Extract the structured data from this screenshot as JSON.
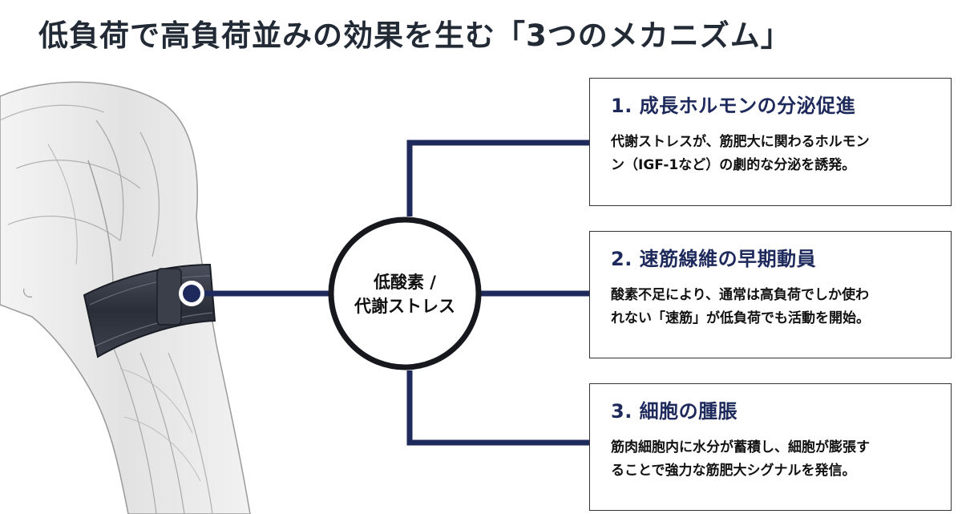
{
  "page": {
    "title": "低負荷で高負荷並みの効果を生む「3つのメカニズム」"
  },
  "hub": {
    "line1": "低酸素 /",
    "line2": "代謝ストレス"
  },
  "mechanisms": [
    {
      "title": "1. 成長ホルモンの分泌促進",
      "body_line1": "代謝ストレスが、筋肥大に関わるホルモン",
      "body_line2": "ン（IGF-1など）の劇的な分泌を誘発。"
    },
    {
      "title": "2. 速筋線維の早期動員",
      "body_line1": "酸素不足により、通常は高負荷でしか使わ",
      "body_line2": "れない「速筋」が低負荷でも活動を開始。"
    },
    {
      "title": "3. 細胞の腫脹",
      "body_line1": "筋肉細胞内に水分が蓄積し、細胞が膨張す",
      "body_line2": "ることで強力な筋肥大シグナルを発信。"
    }
  ],
  "colors": {
    "navy": "#1e2a5c",
    "ink": "#222a36",
    "border": "#333333"
  }
}
